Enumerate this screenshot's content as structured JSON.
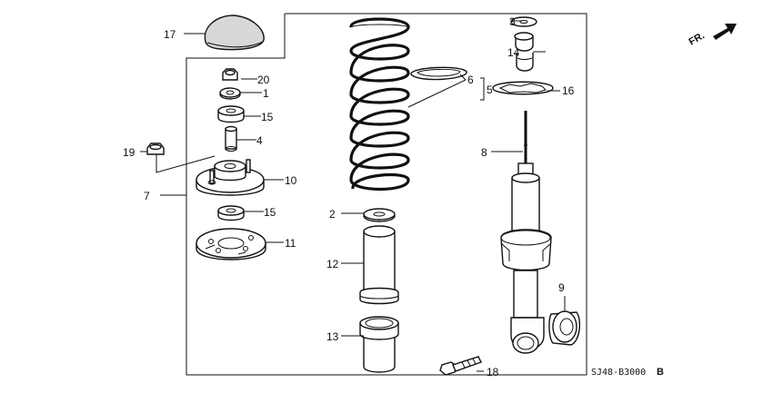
{
  "direction_label": "FR.",
  "diagram_code": "SJ48-B3000",
  "diagram_code_suffix": "B",
  "callouts": {
    "p1": "1",
    "p2": "2",
    "p3": "3",
    "p4": "4",
    "p5": "5",
    "p6": "6",
    "p7": "7",
    "p8": "8",
    "p9": "9",
    "p10": "10",
    "p11": "11",
    "p12": "12",
    "p13": "13",
    "p14": "14",
    "p15a": "15",
    "p15b": "15",
    "p16": "16",
    "p17": "17",
    "p18": "18",
    "p19": "19",
    "p20": "20"
  }
}
